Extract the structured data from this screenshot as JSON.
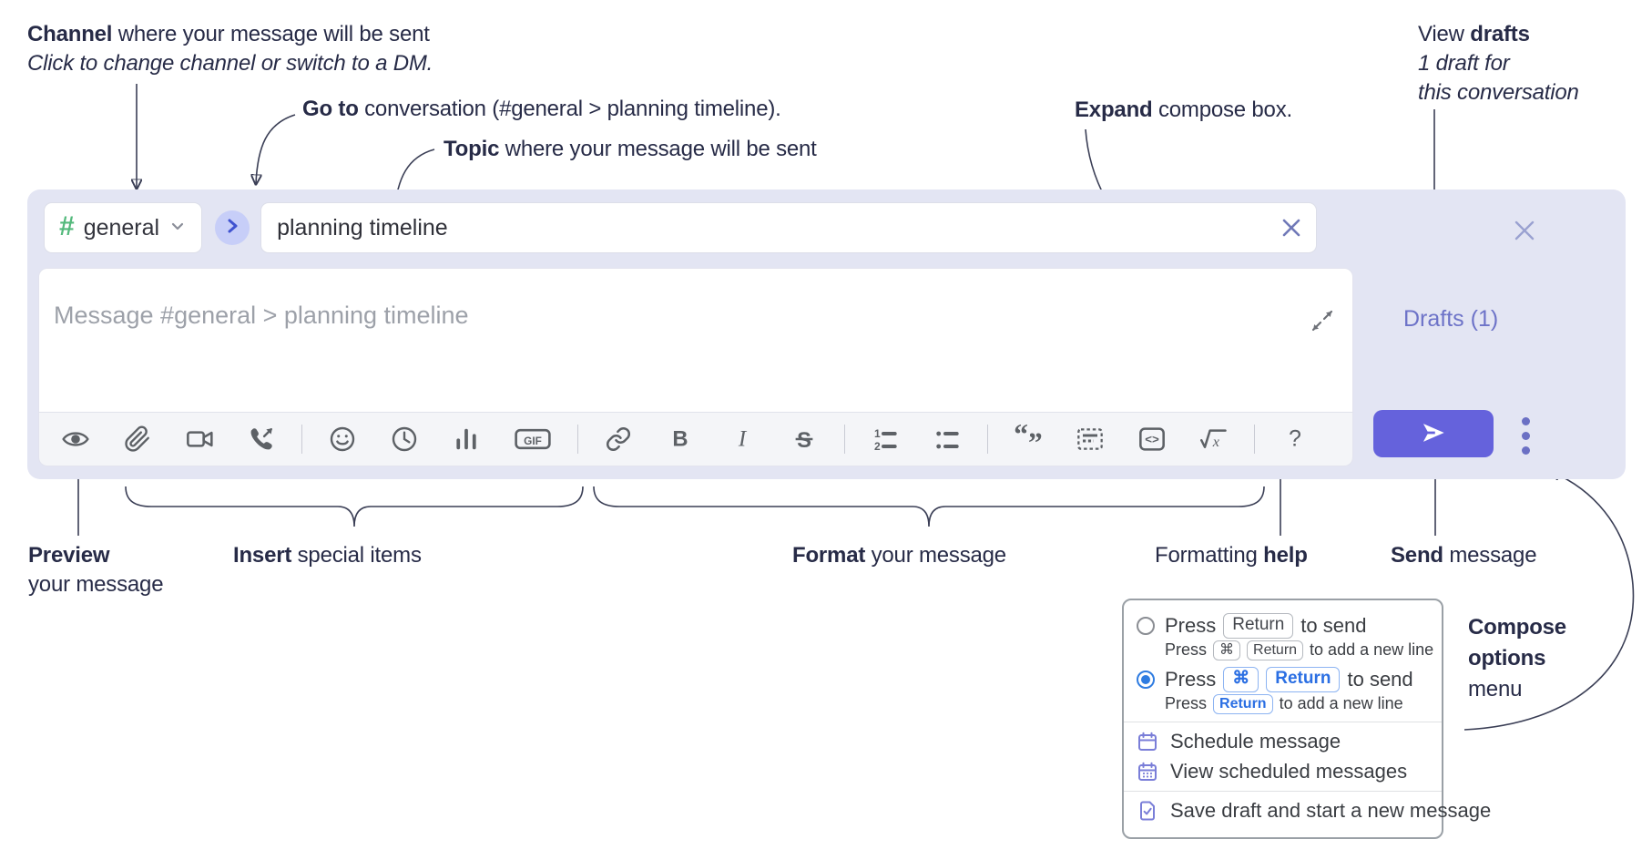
{
  "annotations": {
    "channel_bold": "Channel",
    "channel_rest": " where your message will be sent",
    "channel_line2": "Click to change channel or switch to a DM.",
    "goto_bold": "Go to",
    "goto_rest": " conversation (#general > planning timeline).",
    "topic_bold": "Topic",
    "topic_rest": " where your message will be sent",
    "expand_bold": "Expand",
    "expand_rest": " compose box.",
    "drafts_pre": "View ",
    "drafts_bold": "drafts",
    "drafts_line2": "1 draft for",
    "drafts_line3": "this conversation",
    "preview_bold": "Preview",
    "preview_line2": "your message",
    "insert_bold": "Insert",
    "insert_rest": " special items",
    "format_bold": "Format",
    "format_rest": " your message",
    "help_pre": "Formatting ",
    "help_bold": "help",
    "send_bold": "Send",
    "send_rest": " message",
    "options_line1": "Compose",
    "options_line2": "options",
    "options_line3": "menu"
  },
  "compose": {
    "channel_hash": "#",
    "channel_name": "general",
    "topic_value": "planning timeline",
    "message_placeholder": "Message #general > planning timeline",
    "drafts_label": "Drafts (1)",
    "gif_label": "GIF",
    "code_label": "<>",
    "math_x": "x",
    "help_label": "?",
    "bold_label": "B",
    "italic_label": "I",
    "strike_label": "S",
    "ol_num1": "1",
    "ol_num2": "2",
    "quote_open": "“",
    "quote_close": "”"
  },
  "menu": {
    "opt1": {
      "pre": "Press",
      "key": "Return",
      "post": "to send",
      "sub_pre": "Press",
      "sub_key1": "⌘",
      "sub_key2": "Return",
      "sub_post": "to add a new line"
    },
    "opt2": {
      "pre": "Press",
      "key1": "⌘",
      "key2": "Return",
      "post": "to send",
      "sub_pre": "Press",
      "sub_key": "Return",
      "sub_post": "to add a new line"
    },
    "item_schedule": "Schedule message",
    "item_view_scheduled": "View scheduled messages",
    "item_save_draft": "Save draft and start a new message"
  },
  "colors": {
    "accent_send": "#6562dc",
    "hash_green": "#54b97c",
    "drafts_link": "#6d73c8",
    "radio_selected_blue": "#2f7ce1",
    "key_blue": "#2b6fe3",
    "menu_icon_purple": "#7a7ed8",
    "compose_background": "#e3e5f3",
    "annotation_text": "#272b47",
    "toolbar_icon_gray": "#5d6166"
  }
}
